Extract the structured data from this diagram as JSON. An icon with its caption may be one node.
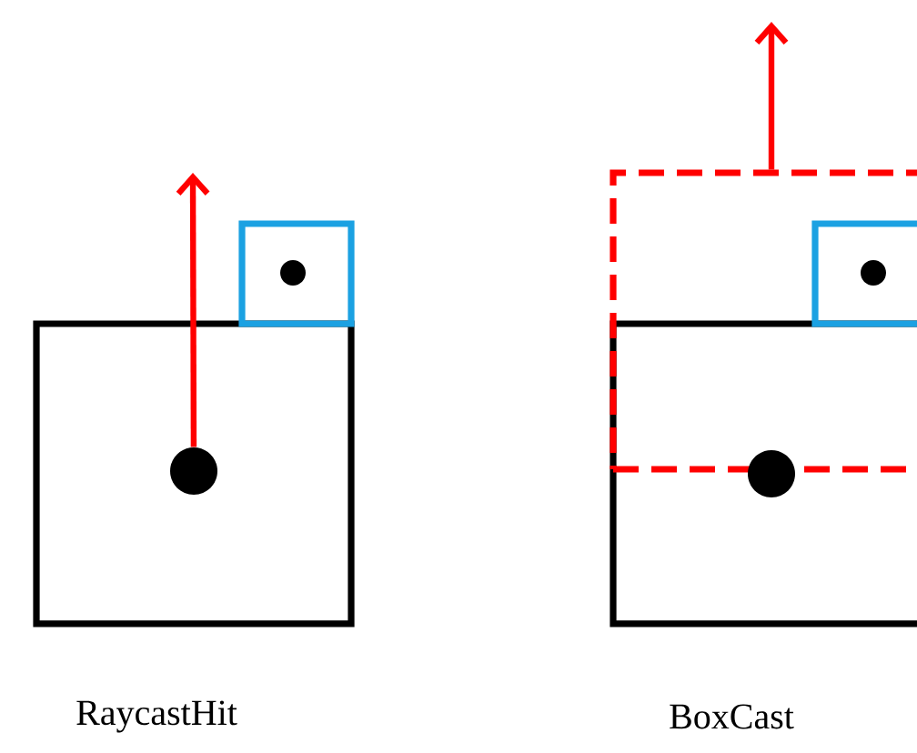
{
  "diagram": {
    "nodes": [
      {
        "text": [],
        "shape": "box"
      },
      {
        "text": [],
        "shape": "box"
      },
      {
        "text": [],
        "shape": "circle",
        "in": 1
      },
      {
        "text": [],
        "shape": "circle",
        "in": 0
      },
      {
        "text": [],
        "shape": "box"
      },
      {
        "text": [],
        "shape": "box"
      },
      {
        "text": [],
        "shape": "box",
        "in": 5
      },
      {
        "text": [],
        "shape": "circle",
        "in": 6
      },
      {
        "text": [],
        "shape": "circle",
        "in": 4
      }
    ],
    "edges": [
      {
        "from": 3,
        "to": null,
        "arrow": "to"
      },
      {
        "from": 5,
        "to": null,
        "arrow": "to"
      }
    ],
    "labels": [
      "RaycastHit",
      "BoxCast"
    ]
  }
}
